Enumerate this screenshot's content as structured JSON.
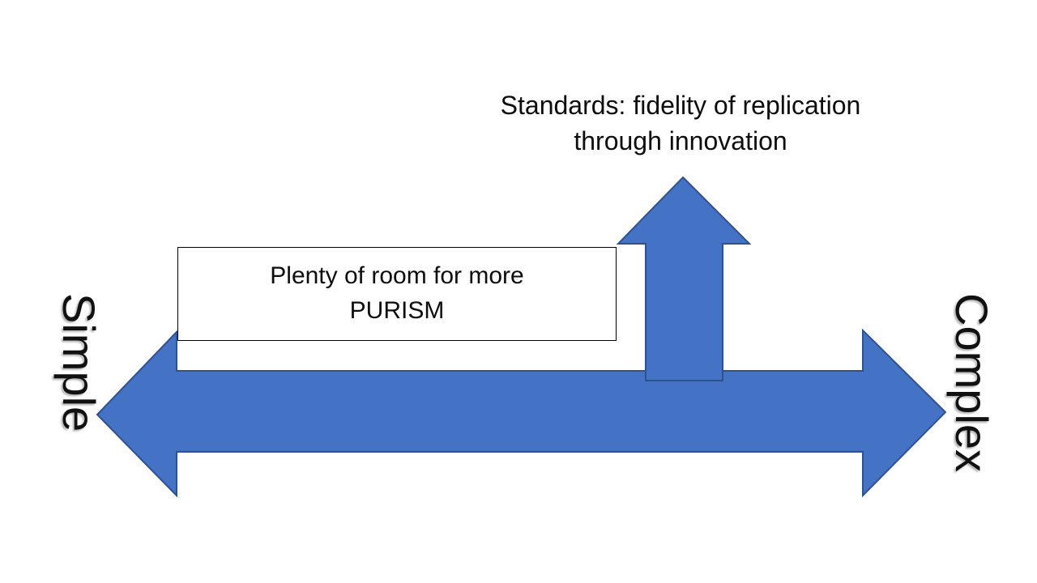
{
  "diagram": {
    "title_caption": "Standards: fidelity of replication\nthrough innovation",
    "callout_text": "Plenty of room for more\nPURISM",
    "axis": {
      "left_label": "Simple",
      "right_label": "Complex"
    },
    "colors": {
      "arrow_fill": "#4472C4",
      "arrow_stroke": "#2F528F",
      "text": "#0D0D0D",
      "box_border": "#000000",
      "background": "#FFFFFF"
    },
    "shapes": {
      "horizontal_arrow_name": "left-right-arrow",
      "vertical_arrow_name": "up-arrow"
    }
  }
}
